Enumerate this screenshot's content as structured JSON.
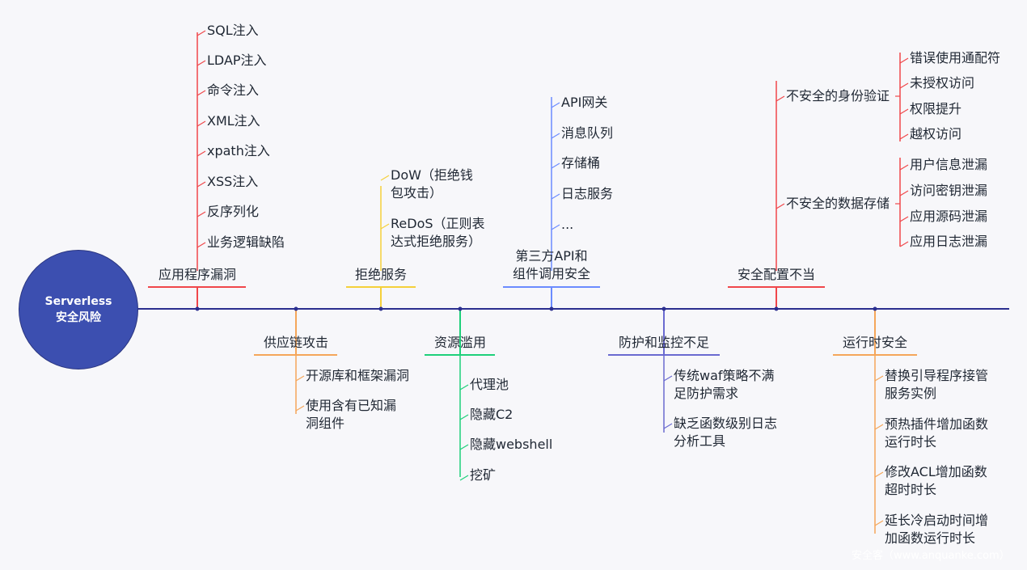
{
  "center": {
    "line1": "Serverless",
    "line2": "安全风险"
  },
  "colors": {
    "spine": "#2b2f8f",
    "red": "#f0474b",
    "orange": "#f5a65a",
    "yellow": "#f5d03a",
    "green": "#1ed07a",
    "blue": "#6b8bff",
    "purple": "#6a6ad0"
  },
  "branches": [
    {
      "label": "应用程序漏洞",
      "items": [
        "SQL注入",
        "LDAP注入",
        "命令注入",
        "XML注入",
        "xpath注入",
        "XSS注入",
        "反序列化",
        "业务逻辑缺陷"
      ]
    },
    {
      "label": "供应链攻击",
      "items": [
        "开源库和框架漏洞",
        "使用含有已知漏\n洞组件"
      ]
    },
    {
      "label": "拒绝服务",
      "items": [
        "DoW（拒绝钱\n包攻击）",
        "ReDoS（正则表\n达式拒绝服务）"
      ]
    },
    {
      "label": "资源滥用",
      "items": [
        "代理池",
        "隐藏C2",
        "隐藏webshell",
        "挖矿"
      ]
    },
    {
      "label": "第三方API和\n组件调用安全",
      "items": [
        "API网关",
        "消息队列",
        "存储桶",
        "日志服务",
        "..."
      ]
    },
    {
      "label": "防护和监控不足",
      "items": [
        "传统waf策略不满\n足防护需求",
        "缺乏函数级别日志\n分析工具"
      ]
    },
    {
      "label": "安全配置不当",
      "subs": [
        {
          "label": "不安全的身份验证",
          "items": [
            "错误使用通配符",
            "未授权访问",
            "权限提升",
            "越权访问"
          ]
        },
        {
          "label": "不安全的数据存储",
          "items": [
            "用户信息泄漏",
            "访问密钥泄漏",
            "应用源码泄漏",
            "应用日志泄漏"
          ]
        }
      ]
    },
    {
      "label": "运行时安全",
      "items": [
        "替换引导程序接管\n服务实例",
        "预热插件增加函数\n运行时长",
        "修改ACL增加函数\n超时时长",
        "延长冷启动时间增\n加函数运行时长"
      ]
    }
  ],
  "watermark": "安全客（www.anquanke.com）"
}
